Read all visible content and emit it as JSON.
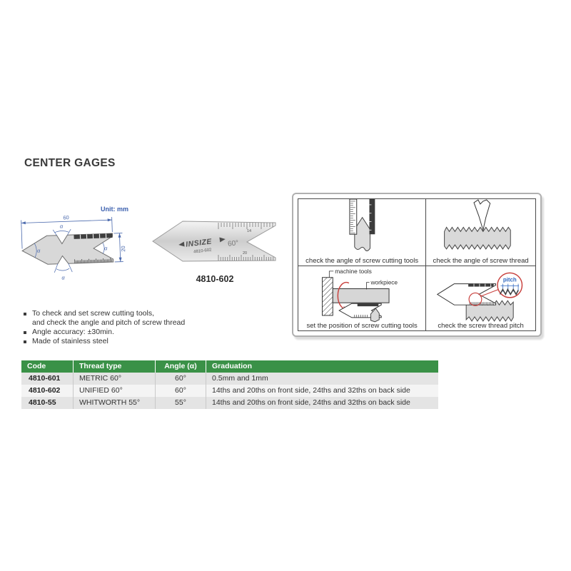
{
  "title": "CENTER GAGES",
  "drawing": {
    "unit_label": "Unit: mm",
    "width_dim": "60",
    "height_dim": "20",
    "alpha": "α"
  },
  "product": {
    "brand": "INSIZE",
    "engraving_model": "4810-602",
    "engraving_angle": "60°",
    "scale_number_top": "14",
    "scale_number_bottom": "20",
    "caption": "4810-602"
  },
  "usage": {
    "cell1": {
      "caption": "check the angle of screw cutting tools"
    },
    "cell2": {
      "caption": "check the angle of screw thread"
    },
    "cell3": {
      "caption": "set the position of screw cutting tools",
      "label_machine": "machine tools",
      "label_workpiece": "workpiece"
    },
    "cell4": {
      "caption": "check the screw thread pitch",
      "label_pitch": "pitch"
    }
  },
  "features": {
    "item1_line1": "To check and set screw cutting tools,",
    "item1_line2": "and check the angle and pitch of screw thread",
    "item2": "Angle accuracy: ±30min.",
    "item3": "Made of stainless steel"
  },
  "table": {
    "headers": [
      "Code",
      "Thread type",
      "Angle (α)",
      "Graduation"
    ],
    "rows": [
      [
        "4810-601",
        "METRIC 60°",
        "60°",
        "0.5mm and 1mm"
      ],
      [
        "4810-602",
        "UNIFIED 60°",
        "60°",
        "14ths and 20ths on front side, 24ths and 32ths on back side"
      ],
      [
        "4810-55",
        "WHITWORTH 55°",
        "55°",
        "14ths and 20ths on front side, 24ths and 32ths on back side"
      ]
    ]
  },
  "colors": {
    "table_header_green": "#3a9147",
    "dimension_blue": "#4a69ad",
    "annotation_red": "#c9413e",
    "pitch_blue": "#2e66c0"
  }
}
